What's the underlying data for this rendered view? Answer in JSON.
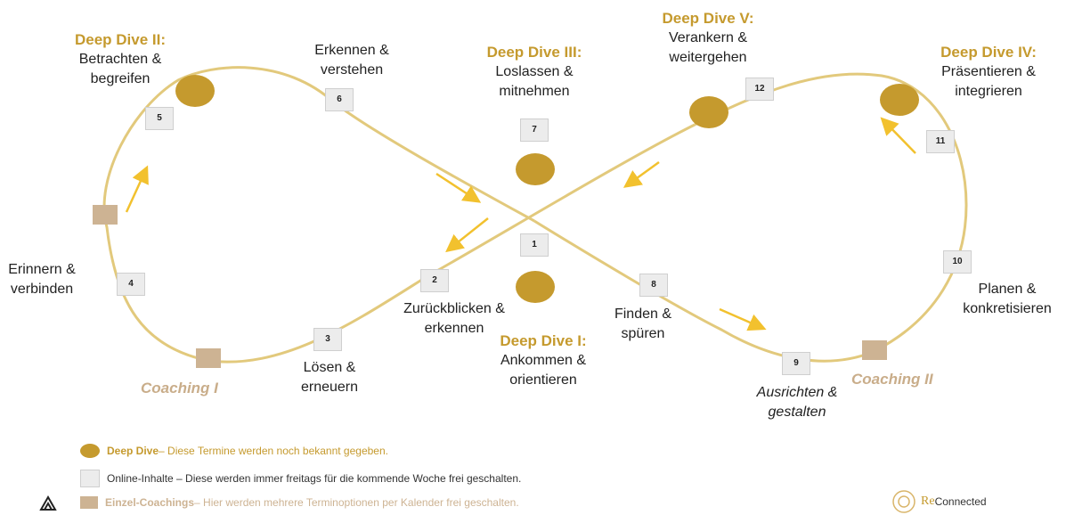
{
  "title_groups": {
    "dd1": {
      "title": "Deep Dive I:",
      "line1": "Ankommen &",
      "line2": "orientieren"
    },
    "dd2": {
      "title": "Deep Dive II:",
      "line1": "Betrachten &",
      "line2": "begreifen"
    },
    "dd3": {
      "title": "Deep Dive III:",
      "line1": "Loslassen &",
      "line2": "mitnehmen"
    },
    "dd4": {
      "title": "Deep Dive IV:",
      "line1": "Präsentieren &",
      "line2": "integrieren"
    },
    "dd5": {
      "title": "Deep Dive V:",
      "line1": "Verankern &",
      "line2": "weitergehen"
    }
  },
  "steps": {
    "s2": {
      "line1": "Zurückblicken &",
      "line2": "erkennen"
    },
    "s3": {
      "line1": "Lösen &",
      "line2": "erneuern"
    },
    "s4": {
      "line1": "Erinnern &",
      "line2": "verbinden"
    },
    "s6": {
      "line1": "Erkennen &",
      "line2": "verstehen"
    },
    "s8": {
      "line1": "Finden &",
      "line2": "spüren"
    },
    "s9": {
      "line1": "Ausrichten &",
      "line2": "gestalten"
    },
    "s10": {
      "line1": "Planen &",
      "line2": "konkretisieren"
    }
  },
  "coaching": {
    "c1": "Coaching I",
    "c2": "Coaching II"
  },
  "numbers": [
    "1",
    "2",
    "3",
    "4",
    "5",
    "6",
    "7",
    "8",
    "9",
    "10",
    "11",
    "12"
  ],
  "legend": {
    "deep_dive_bold": "Deep Dive",
    "deep_dive_text": " – Diese Termine werden noch bekannt gegeben.",
    "online_text": "Online-Inhalte – Diese werden immer freitags für die kommende Woche frei geschalten.",
    "coaching_bold": "Einzel-Coachings",
    "coaching_text": " – Hier werden mehrere Terminoptionen per Kalender frei geschalten."
  },
  "brand": {
    "re": "Re",
    "connected": "Connected"
  },
  "colors": {
    "gold": "#c59a2e",
    "tan": "#cdb393",
    "line": "#e2c97c",
    "arrow": "#f2c12e"
  }
}
